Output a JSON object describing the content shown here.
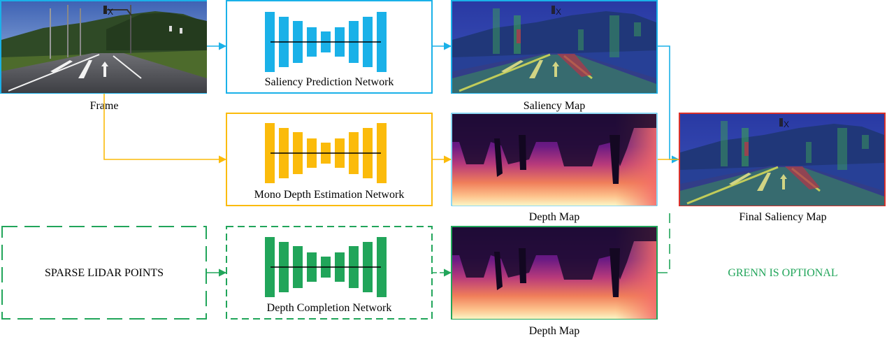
{
  "labels": {
    "frame": "Frame",
    "saliency_net": "Saliency Prediction Network",
    "saliency_map": "Saliency Map",
    "mono_depth_net": "Mono Depth Estimation Network",
    "depth_map_1": "Depth Map",
    "depth_completion_net": "Depth Completion Network",
    "depth_map_2": "Depth Map",
    "sparse_lidar": "SPARSE LIDAR POINTS",
    "final_saliency": "Final Saliency Map",
    "optional_note": "GRENN IS OPTIONAL"
  },
  "colors": {
    "saliency_branch": "#1ab1e8",
    "depth_branch": "#fbbb0b",
    "completion_branch": "#21a55a",
    "final_border": "#d9312b"
  }
}
